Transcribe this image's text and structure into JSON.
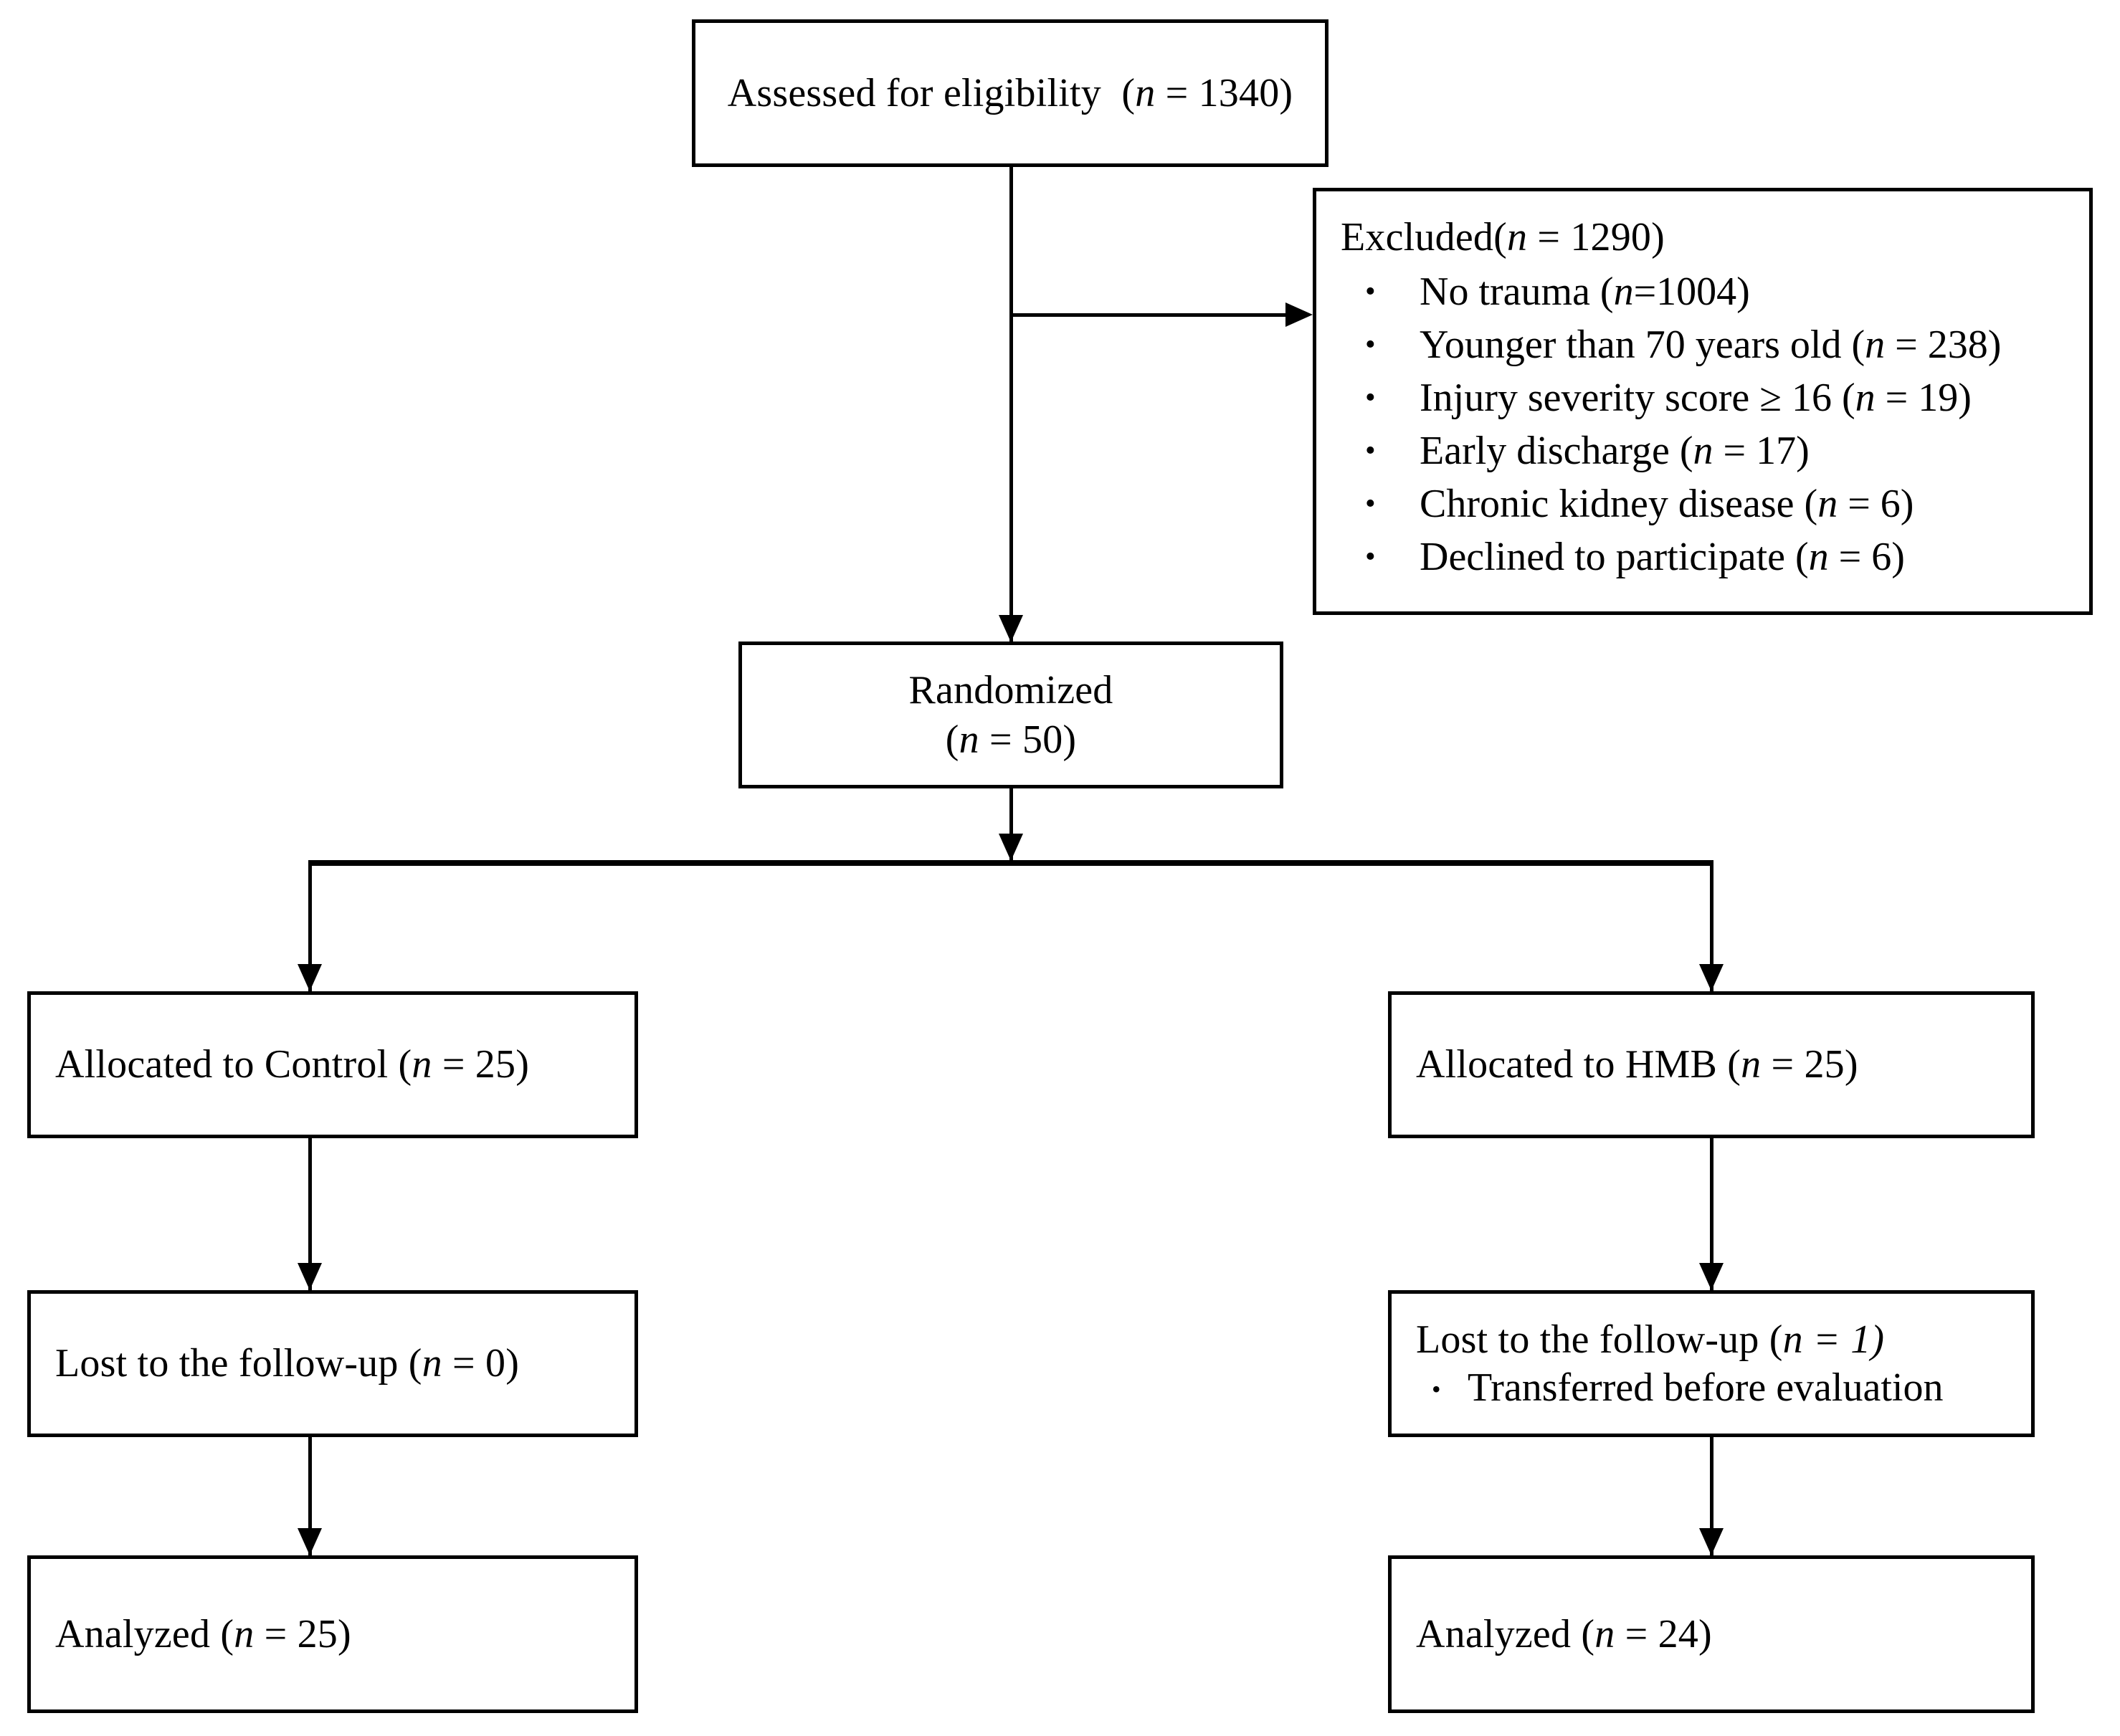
{
  "diagram": {
    "type": "consort-flow-diagram",
    "title": "CONSORT participant flow diagram"
  },
  "nodes": {
    "assessed": {
      "label": "Assessed for eligibility",
      "n_prefix": "(",
      "n_symbol": "n",
      "n_value": " = 1340)",
      "full_text": "Assessed for eligibility  (n = 1340)"
    },
    "excluded": {
      "heading_label": "Excluded(",
      "heading_symbol": "n",
      "heading_value": " = 1290)",
      "heading_full": "Excluded(n = 1290)",
      "bullet_glyph": "•",
      "reasons": [
        {
          "label": "No trauma (",
          "symbol": "n",
          "value": "=1004)",
          "full": "No trauma (n=1004)"
        },
        {
          "label": "Younger than 70 years old (",
          "symbol": "n",
          "value": " = 238)",
          "full": "Younger than 70 years old (n = 238)"
        },
        {
          "label": "Injury severity score ≥ 16 (",
          "symbol": "n",
          "value": " = 19)",
          "full": "Injury severity score ≥ 16 (n = 19)"
        },
        {
          "label": "Early discharge (",
          "symbol": "n",
          "value": " = 17)",
          "full": "Early discharge (n = 17)"
        },
        {
          "label": "Chronic kidney disease (",
          "symbol": "n",
          "value": " = 6)",
          "full": "Chronic kidney disease (n = 6)"
        },
        {
          "label": "Declined to participate (",
          "symbol": "n",
          "value": " = 6)",
          "full": "Declined to participate (n = 6)"
        }
      ]
    },
    "randomized": {
      "label": "Randomized",
      "n_prefix": "(",
      "n_symbol": "n",
      "n_value": " = 50)",
      "full_text": "Randomized (n = 50)"
    },
    "allocated_control": {
      "label": "Allocated to Control (",
      "n_symbol": "n",
      "n_value": " = 25)",
      "full_text": "Allocated to Control (n = 25)"
    },
    "allocated_hmb": {
      "label": "Allocated to HMB (",
      "n_symbol": "n",
      "n_value": " = 25)",
      "full_text": "Allocated to HMB (n = 25)"
    },
    "lost_control": {
      "label": "Lost to the follow-up (",
      "n_symbol": "n",
      "n_value": " = 0)",
      "full_text": "Lost to the follow-up (n = 0)"
    },
    "lost_hmb": {
      "label": "Lost to the follow-up  (",
      "n_symbol": "n",
      "n_value": " = 1)",
      "full_text": "Lost to the follow-up  (n = 1)",
      "bullet_glyph": "•",
      "reasons": [
        {
          "full": "Transferred before evaluation"
        }
      ]
    },
    "analyzed_control": {
      "label": "Analyzed (",
      "n_symbol": "n",
      "n_value": " = 25)",
      "full_text": "Analyzed (n = 25)"
    },
    "analyzed_hmb": {
      "label": "Analyzed (",
      "n_symbol": "n",
      "n_value": " = 24)",
      "full_text": "Analyzed (n = 24)"
    }
  },
  "colors": {
    "stroke": "#000000",
    "background": "#ffffff",
    "text": "#000000"
  }
}
